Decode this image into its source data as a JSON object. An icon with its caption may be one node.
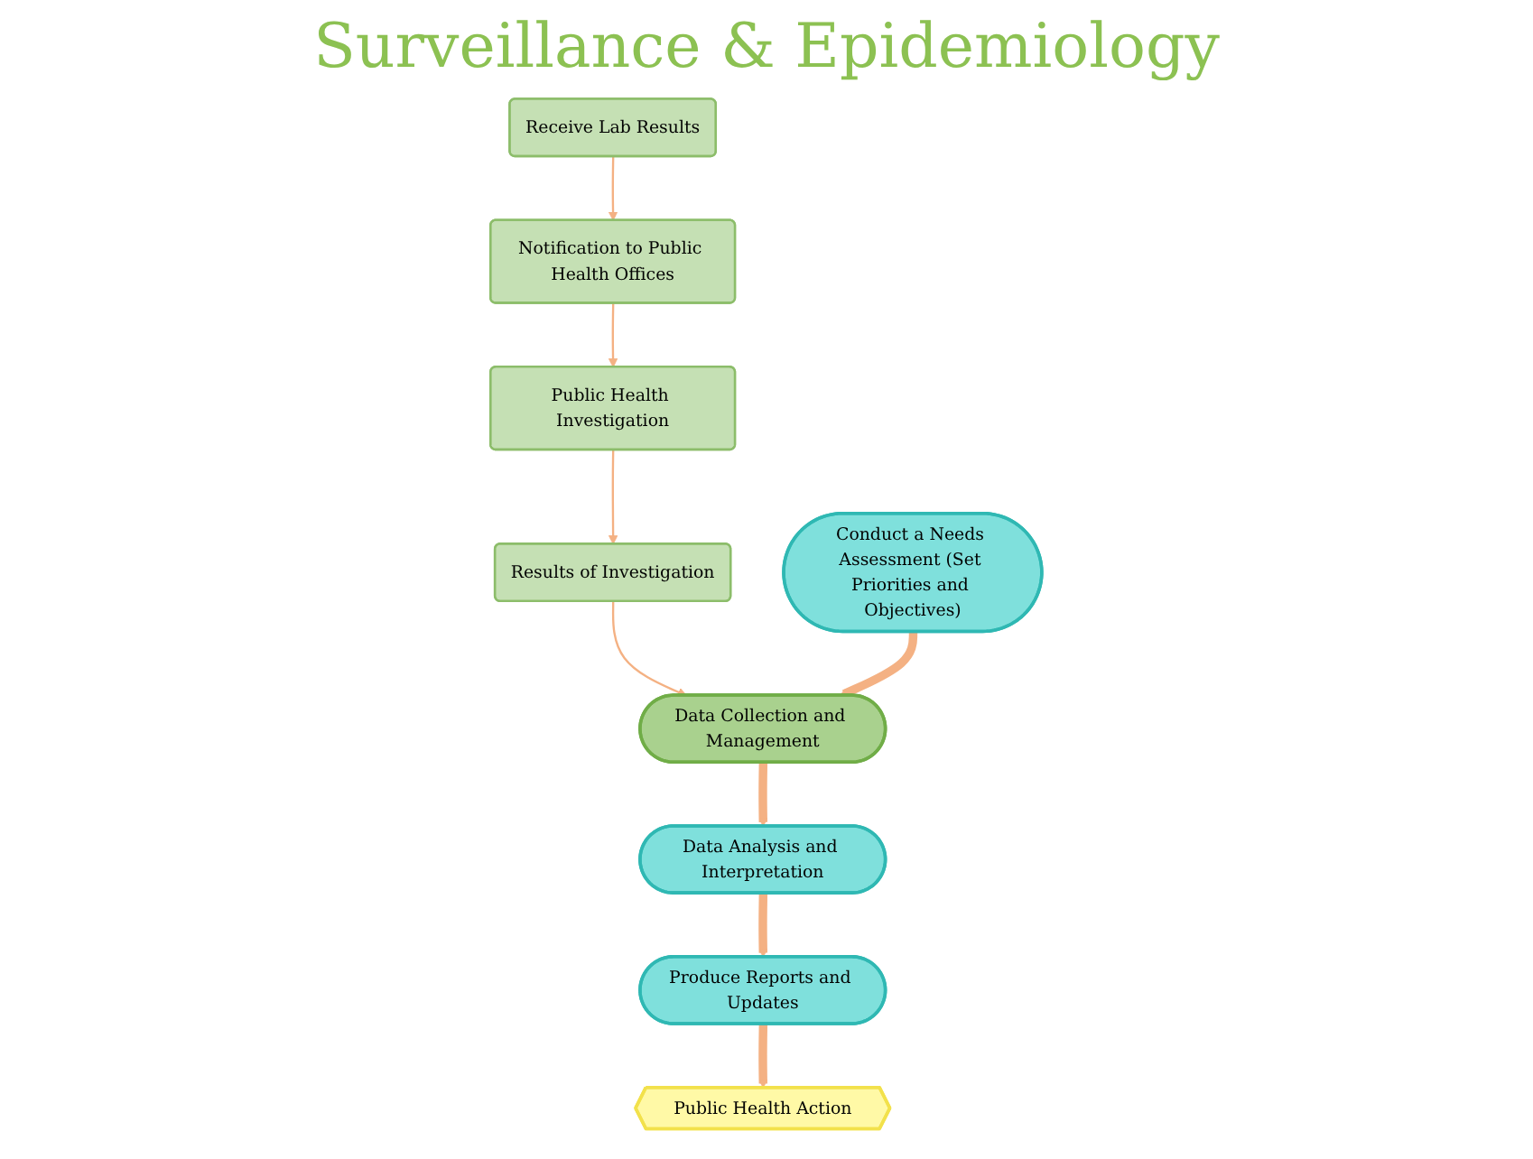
{
  "diagram": {
    "title": "Surveillance & Epidemiology",
    "nodes": [
      {
        "text": [
          "Receive Lab Results"
        ]
      },
      {
        "text": [
          "Notification to Public Health Offices"
        ]
      },
      {
        "text": [
          "Public Health Investigation"
        ]
      },
      {
        "text": [
          "Results of Investigation"
        ]
      },
      {
        "text": [
          "Conduct a Needs Assessment (Set Priorities and Objectives)"
        ]
      },
      {
        "text": [
          "Data Collection and Management"
        ]
      },
      {
        "text": [
          "Data Analysis and Interpretation"
        ]
      },
      {
        "text": [
          "Produce Reports and Updates"
        ]
      },
      {
        "text": [
          "Public Health Action"
        ]
      }
    ],
    "edges": [
      {
        "from": 0,
        "to": 1,
        "arrow": "to"
      },
      {
        "from": 1,
        "to": 2,
        "arrow": "to"
      },
      {
        "from": 2,
        "to": 3,
        "arrow": "to"
      },
      {
        "from": 3,
        "to": 5,
        "arrow": "to"
      },
      {
        "from": 4,
        "to": 5,
        "arrow": "to",
        "style": "thick"
      },
      {
        "from": 5,
        "to": 6,
        "arrow": "to",
        "style": "thick"
      },
      {
        "from": 6,
        "to": 7,
        "arrow": "to",
        "style": "thick"
      },
      {
        "from": 7,
        "to": 8,
        "arrow": "to",
        "style": "thick"
      }
    ]
  }
}
